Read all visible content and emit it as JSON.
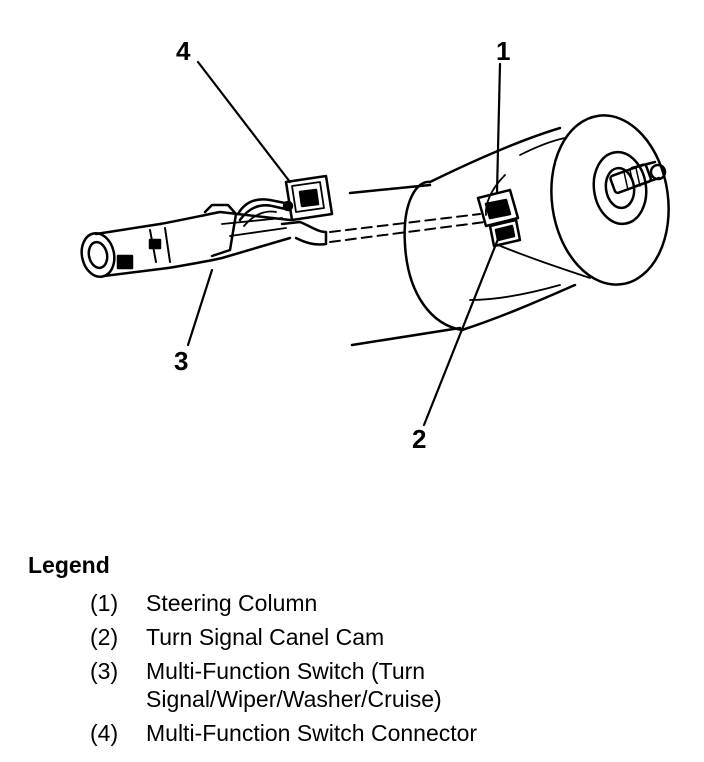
{
  "callouts": {
    "c1": "1",
    "c2": "2",
    "c3": "3",
    "c4": "4"
  },
  "legend": {
    "title": "Legend",
    "items": [
      {
        "num": "(1)",
        "label": "Steering Column"
      },
      {
        "num": "(2)",
        "label": "Turn Signal Canel Cam"
      },
      {
        "num": "(3)",
        "label": "Multi-Function Switch (Turn Signal/Wiper/Washer/Cruise)"
      },
      {
        "num": "(4)",
        "label": "Multi-Function Switch Connector"
      }
    ]
  }
}
